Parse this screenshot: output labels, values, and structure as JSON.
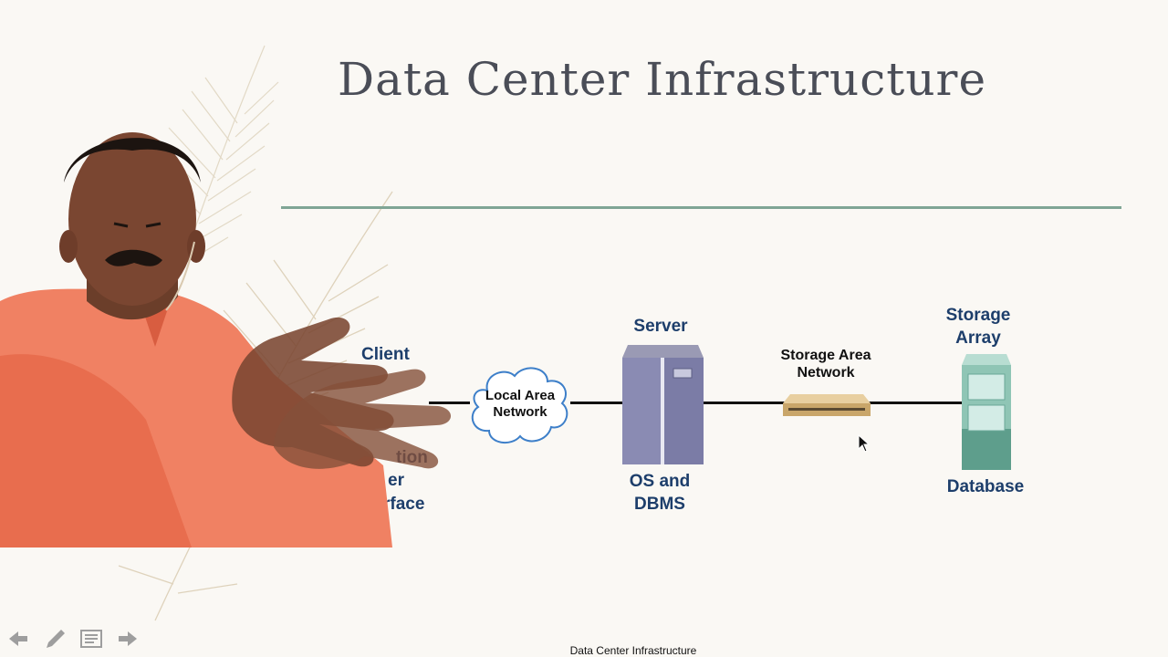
{
  "slide": {
    "title": "Data Center Infrastructure",
    "footer": "Data Center Infrastructure"
  },
  "diagram": {
    "client": {
      "title": "Client",
      "caption_partial": [
        "tion",
        "er",
        "rface"
      ]
    },
    "lan": {
      "label_line1": "Local Area",
      "label_line2": "Network"
    },
    "server": {
      "title": "Server",
      "caption_line1": "OS and",
      "caption_line2": "DBMS"
    },
    "san": {
      "label_line1": "Storage Area",
      "label_line2": "Network"
    },
    "storage": {
      "title_line1": "Storage",
      "title_line2": "Array",
      "caption": "Database"
    }
  },
  "colors": {
    "title": "#4a4d57",
    "rule": "#7fa595",
    "label": "#1d3e6b",
    "background": "#faf8f4",
    "shirt": "#f07a58"
  },
  "toolbar": {
    "icons": [
      "arrow-left-icon",
      "pen-icon",
      "notes-icon",
      "arrow-right-icon"
    ]
  }
}
